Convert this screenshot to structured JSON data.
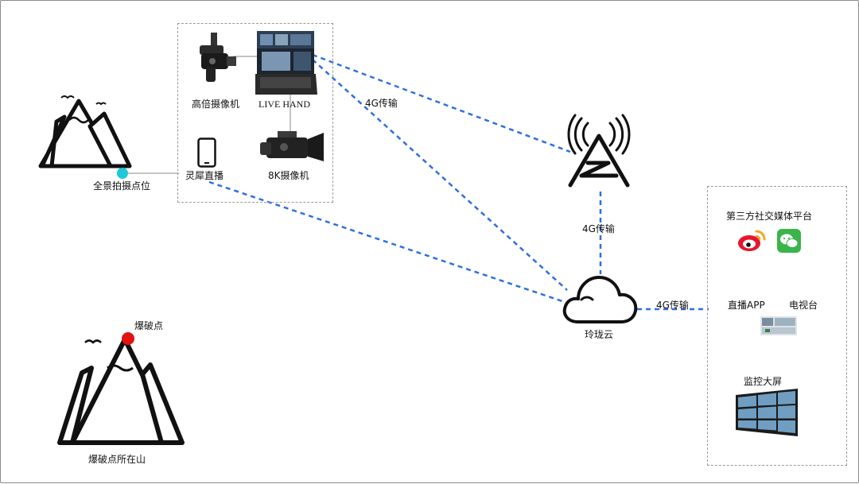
{
  "labels": {
    "panorama_point": "全景拍摄点位",
    "blast_mountain": "爆破点所在山",
    "blast_point": "爆破点",
    "high_zoom_camera": "高倍摄像机",
    "live_hand": "LIVE HAND",
    "lingxi_live": "灵犀直播",
    "camera_8k": "8K摄像机",
    "link_top": "4G传输",
    "link_tower_cloud": "4G传输",
    "link_cloud_output": "4G传输",
    "cloud": "玲珑云",
    "social_platforms": "第三方社交媒体平台",
    "live_app": "直播APP",
    "tv_station": "电视台",
    "monitor_wall": "监控大屏"
  },
  "icons": {
    "mountain": "mountain-icon",
    "camera": "video-camera-icon",
    "laptop": "laptop-icon",
    "phone": "phone-icon",
    "tower": "signal-tower-icon",
    "cloud": "cloud-icon",
    "weibo": "weibo-icon",
    "wechat": "wechat-icon",
    "app_screen": "app-screen-icon",
    "video_wall": "video-wall-icon"
  },
  "colors": {
    "link": "#2f6fe0",
    "panorama_marker": "#1ec8d8",
    "blast_marker": "#e01212",
    "weibo": "#e6162d",
    "wechat": "#39b54a"
  }
}
